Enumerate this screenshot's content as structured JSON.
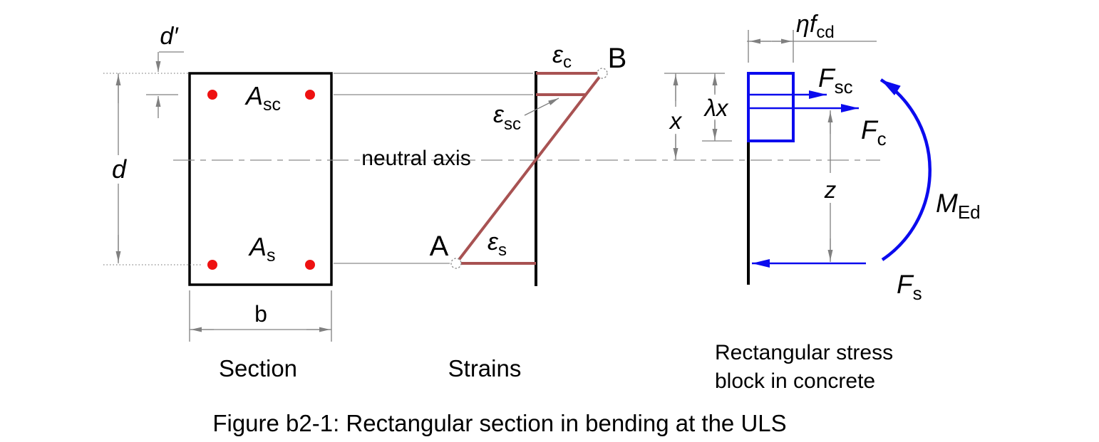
{
  "colors": {
    "outline": "#000000",
    "dimension_gray": "#808080",
    "strain_red": "#a85252",
    "force_blue": "#0b0bee",
    "rebar_red": "#ee1111"
  },
  "section": {
    "label": "Section",
    "top_steel": {
      "main": "A",
      "sub": "sc"
    },
    "bottom_steel": {
      "main": "A",
      "sub": "s"
    },
    "dim_d_prime": "d′",
    "dim_d": "d",
    "dim_b": "b"
  },
  "strains": {
    "label": "Strains",
    "neutral_axis_label": "neutral axis",
    "point_b": "B",
    "point_a": "A",
    "concrete_strain": {
      "main": "ε",
      "sub": "c"
    },
    "compression_steel_strain": {
      "main": "ε",
      "sub": "sc"
    },
    "tension_steel_strain": {
      "main": "ε",
      "sub": "s"
    }
  },
  "stress_block": {
    "label_line1": "Rectangular stress",
    "label_line2": "block in concrete",
    "stress": {
      "eta": "η",
      "f": "f",
      "sub": "cd"
    },
    "dim_x": "x",
    "dim_lambda_x": "λx",
    "dim_z": "z",
    "force_compression_steel": {
      "main": "F",
      "sub": "sc"
    },
    "force_concrete": {
      "main": "F",
      "sub": "c"
    },
    "force_tension_steel": {
      "main": "F",
      "sub": "s"
    },
    "moment": {
      "main": "M",
      "sub": "Ed"
    }
  },
  "caption": "Figure b2-1: Rectangular section in bending at the ULS"
}
